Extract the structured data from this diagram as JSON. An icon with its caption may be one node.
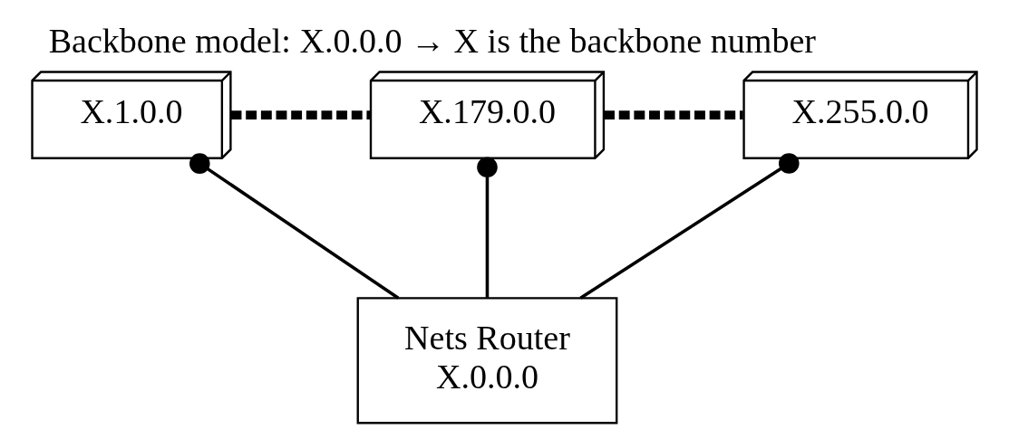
{
  "diagram": {
    "title": "Backbone model: X.0.0.0 → X is the backbone number",
    "nodes": [
      {
        "text": [
          "X.1.0.0"
        ]
      },
      {
        "text": [
          "X.179.0.0"
        ]
      },
      {
        "text": [
          "X.255.0.0"
        ]
      },
      {
        "text": [
          "Nets Router",
          "X.0.0.0"
        ]
      }
    ],
    "edges": [
      {
        "from": 0,
        "to": 1,
        "arrow": "none",
        "style": "dashed"
      },
      {
        "from": 1,
        "to": 2,
        "arrow": "none",
        "style": "dashed"
      },
      {
        "from": 0,
        "to": 3,
        "arrow": "other"
      },
      {
        "from": 1,
        "to": 3,
        "arrow": "other"
      },
      {
        "from": 2,
        "to": 3,
        "arrow": "other"
      }
    ]
  }
}
